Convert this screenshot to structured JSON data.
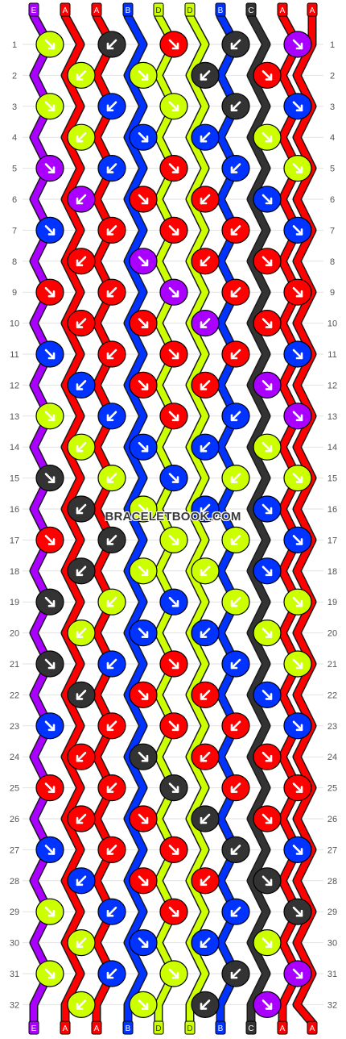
{
  "watermark": "BRACELETBOOK.COM",
  "strings_top": [
    "E",
    "A",
    "A",
    "B",
    "D",
    "D",
    "B",
    "C",
    "A",
    "A"
  ],
  "strings_bottom": [
    "E",
    "A",
    "A",
    "B",
    "D",
    "D",
    "B",
    "C",
    "A",
    "A"
  ],
  "colors": {
    "A": "#ff0000",
    "B": "#0033ff",
    "C": "#333333",
    "D": "#ccff00",
    "E": "#aa00ff"
  },
  "row_numbers": [
    1,
    2,
    3,
    4,
    5,
    6,
    7,
    8,
    9,
    10,
    11,
    12,
    13,
    14,
    15,
    16,
    17,
    18,
    19,
    20,
    21,
    22,
    23,
    24,
    25,
    26,
    27,
    28,
    29,
    30,
    31,
    32
  ],
  "knot_arrow_direction": "ne"
}
